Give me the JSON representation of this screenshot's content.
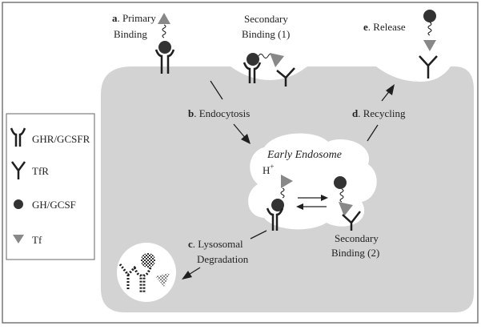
{
  "colors": {
    "frame": "#777777",
    "cell": "#d3d3d3",
    "ink": "#1f1f1f",
    "ligand": "#333333",
    "tf": "#888888",
    "white": "#ffffff"
  },
  "legend": {
    "items": [
      {
        "icon": "ghr-gcsfr-receptor-icon",
        "label": "GHR/GCSFR"
      },
      {
        "icon": "tfr-receptor-icon",
        "label": "TfR"
      },
      {
        "icon": "gh-gcsf-ligand-icon",
        "label": "GH/GCSF"
      },
      {
        "icon": "tf-ligand-icon",
        "label": "Tf"
      }
    ]
  },
  "steps": {
    "a_letter": "a",
    "a_text_1": ". Primary",
    "a_text_2": "Binding",
    "s1_text_1": "Secondary",
    "s1_text_2": "Binding (1)",
    "b_letter": "b",
    "b_text": ". Endocytosis",
    "d_letter": "d",
    "d_text": ". Recycling",
    "e_letter": "e",
    "e_text": ". Release",
    "c_letter": "c",
    "c_text_1": ". Lysosomal",
    "c_text_2": "Degradation",
    "s2_text_1": "Secondary",
    "s2_text_2": "Binding (2)"
  },
  "endosome": {
    "title": "Early Endosome",
    "proton": "H",
    "proton_sup": "+"
  }
}
